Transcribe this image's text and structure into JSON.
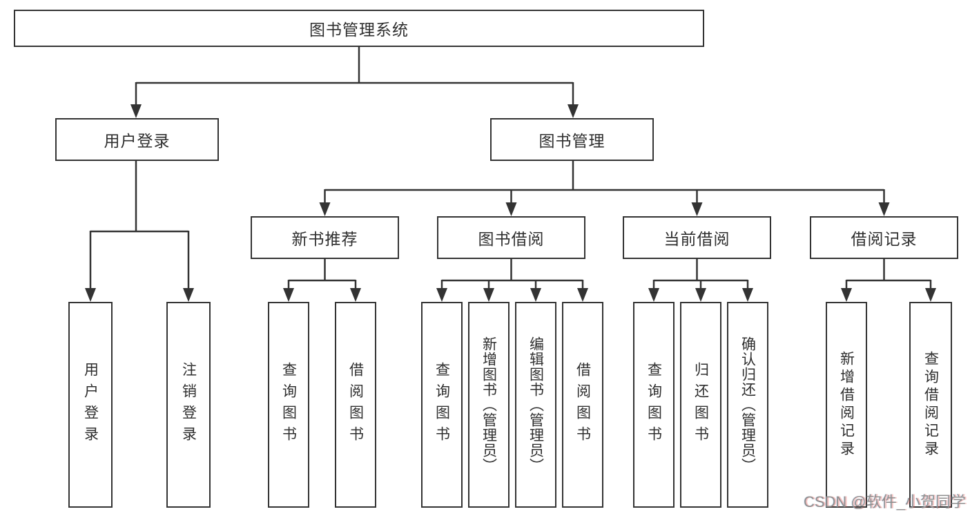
{
  "tree": {
    "root": {
      "label": "图书管理系统",
      "children": [
        {
          "label": "用户登录",
          "children": [
            {
              "label": "用户登录"
            },
            {
              "label": "注销登录"
            }
          ]
        },
        {
          "label": "图书管理",
          "children": [
            {
              "label": "新书推荐",
              "children": [
                {
                  "label": "查询图书"
                },
                {
                  "label": "借阅图书"
                }
              ]
            },
            {
              "label": "图书借阅",
              "children": [
                {
                  "label": "查询图书"
                },
                {
                  "label": "新增图书（管理员）"
                },
                {
                  "label": "编辑图书（管理员）"
                },
                {
                  "label": "借阅图书"
                }
              ]
            },
            {
              "label": "当前借阅",
              "children": [
                {
                  "label": "查询图书"
                },
                {
                  "label": "归还图书"
                },
                {
                  "label": "确认归还（管理员）"
                }
              ]
            },
            {
              "label": "借阅记录",
              "children": [
                {
                  "label": "新增借阅记录"
                },
                {
                  "label": "查询借阅记录"
                }
              ]
            }
          ]
        }
      ]
    }
  },
  "watermark": {
    "text": "CSDN @软件_小贺同学"
  },
  "colors": {
    "line": "#333333",
    "box_border": "#333333",
    "text": "#2e2e2e",
    "watermark_gray": "#8f8f8f"
  }
}
